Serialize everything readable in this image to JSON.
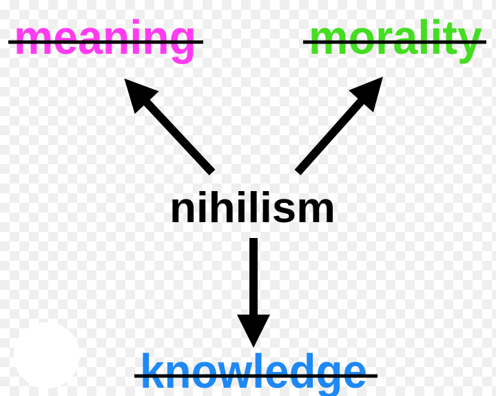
{
  "center": {
    "label": "nihilism",
    "color": "#000000"
  },
  "nodes": [
    {
      "label": "meaning",
      "color": "#ff3bf2",
      "struck": true
    },
    {
      "label": "morality",
      "color": "#44dd22",
      "struck": true
    },
    {
      "label": "knowledge",
      "color": "#1e88f5",
      "struck": true
    }
  ]
}
